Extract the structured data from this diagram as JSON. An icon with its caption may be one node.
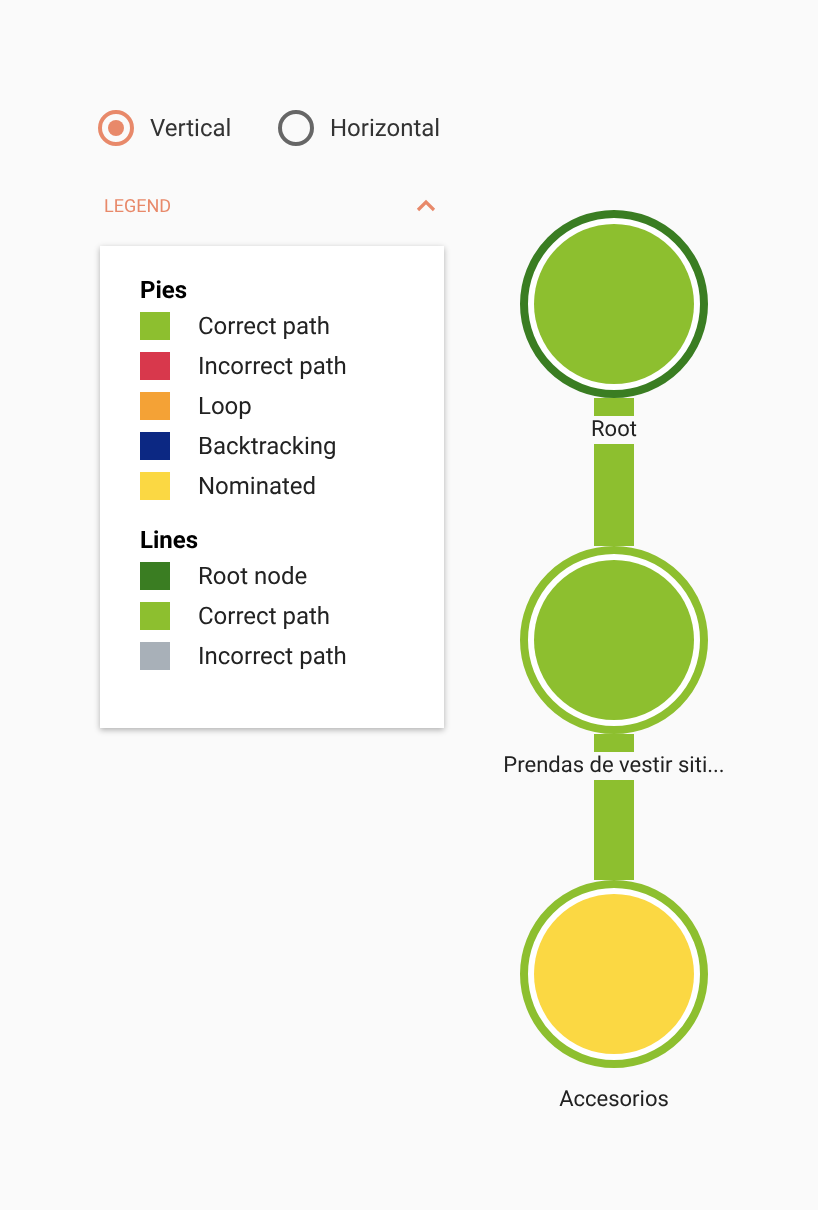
{
  "diagram": {
    "nodes": [
      {
        "text": [],
        "shape": "circle",
        "beside": [
          "Root"
        ]
      },
      {
        "text": [],
        "shape": "circle",
        "beside": [
          "Prendas de vestir siti..."
        ]
      },
      {
        "text": [],
        "shape": "circle",
        "beside": [
          "Accesorios"
        ]
      }
    ],
    "edges": [
      {
        "from": 0,
        "to": 1,
        "arrow": "none"
      },
      {
        "from": 1,
        "to": 2,
        "arrow": "none"
      }
    ],
    "labels": [
      "Vertical",
      "Horizontal",
      "LEGEND",
      "Pies",
      "Lines"
    ],
    "legend": [
      {
        "text": "Correct path",
        "color": "#8dbf2f"
      },
      {
        "text": "Incorrect path",
        "color": "#d8384c"
      },
      {
        "text": "Loop",
        "color": "#f4a236"
      },
      {
        "text": "Backtracking",
        "color": "#0c2883"
      },
      {
        "text": "Nominated",
        "color": "#fbd843"
      },
      {
        "text": "Root node",
        "color": "#3a7d22"
      },
      {
        "text": "Correct path",
        "color": "#8dbf2f"
      },
      {
        "text": "Incorrect path",
        "color": "#a8b0b8"
      }
    ]
  }
}
